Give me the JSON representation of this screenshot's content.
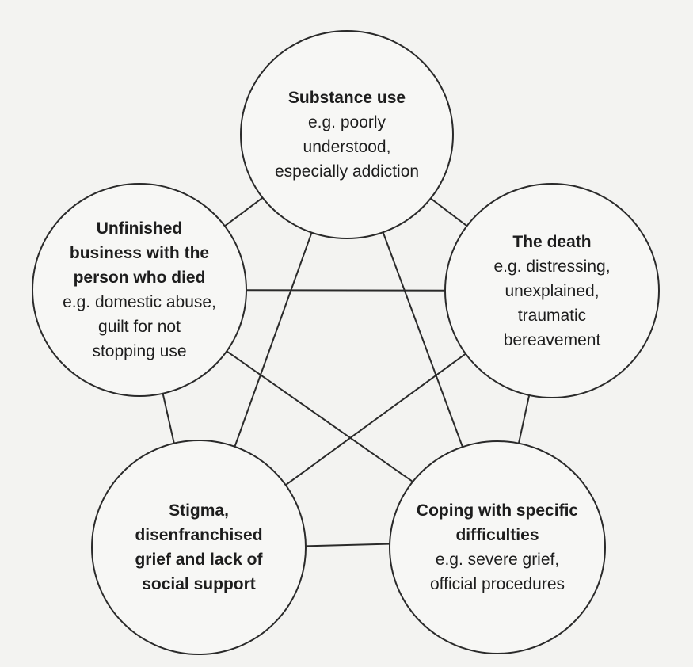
{
  "diagram": {
    "nodes": [
      {
        "id": "substance-use",
        "title_lines": [
          "Substance use"
        ],
        "detail_lines": [
          "e.g. poorly",
          "understood,",
          "especially addiction"
        ]
      },
      {
        "id": "the-death",
        "title_lines": [
          "The death"
        ],
        "detail_lines": [
          "e.g. distressing,",
          "unexplained,",
          "traumatic",
          "bereavement"
        ]
      },
      {
        "id": "coping",
        "title_lines": [
          "Coping with specific",
          "difficulties"
        ],
        "detail_lines": [
          "e.g. severe grief,",
          "official procedures"
        ]
      },
      {
        "id": "stigma",
        "title_lines": [
          "Stigma,",
          "disenfranchised",
          "grief and lack of",
          "social support"
        ],
        "detail_lines": []
      },
      {
        "id": "unfinished-business",
        "title_lines": [
          "Unfinished",
          "business with the",
          "person who died"
        ],
        "detail_lines": [
          "e.g. domestic abuse,",
          "guilt for not",
          "stopping use"
        ]
      }
    ],
    "connections": "every node is linked to every other node",
    "colors": {
      "background": "#f3f3f1",
      "line": "#2a2a2a",
      "node_fill": "#f7f7f5"
    }
  }
}
